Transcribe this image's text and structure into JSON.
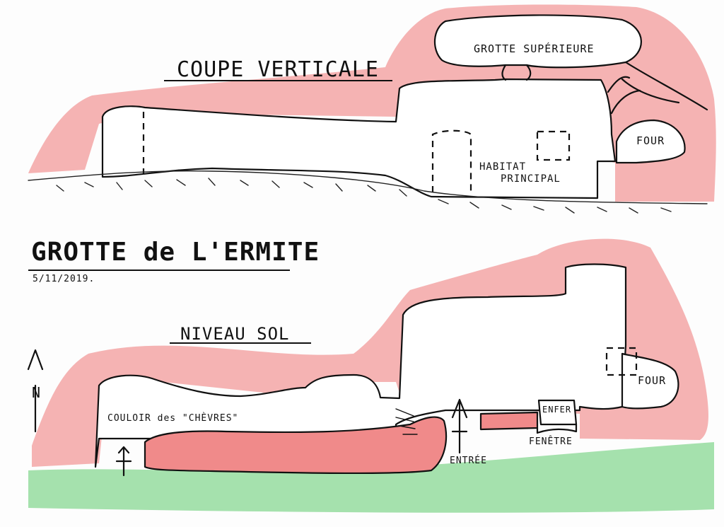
{
  "sketch": {
    "title": "GROTTE de L'ERMITE",
    "date": "5/11/2019.",
    "vertical_section": {
      "heading": "COUPE VERTICALE",
      "labels": {
        "upper_cave": "GROTTE SUPÉRIEURE",
        "main_dwelling_line1": "HABITAT",
        "main_dwelling_line2": "PRINCIPAL",
        "oven": "FOUR"
      }
    },
    "ground_level": {
      "heading": "NIVEAU SOL",
      "labels": {
        "goat_corridor": "COULOIR des \"CHÈVRES\"",
        "entrance": "ENTRÉE",
        "hell": "ENFER",
        "window": "FENÊTRE",
        "oven": "FOUR"
      },
      "north_marker": "N"
    },
    "colors": {
      "rock": "#f29a9a",
      "vegetation": "#7fd48a",
      "ink": "#111111"
    }
  }
}
